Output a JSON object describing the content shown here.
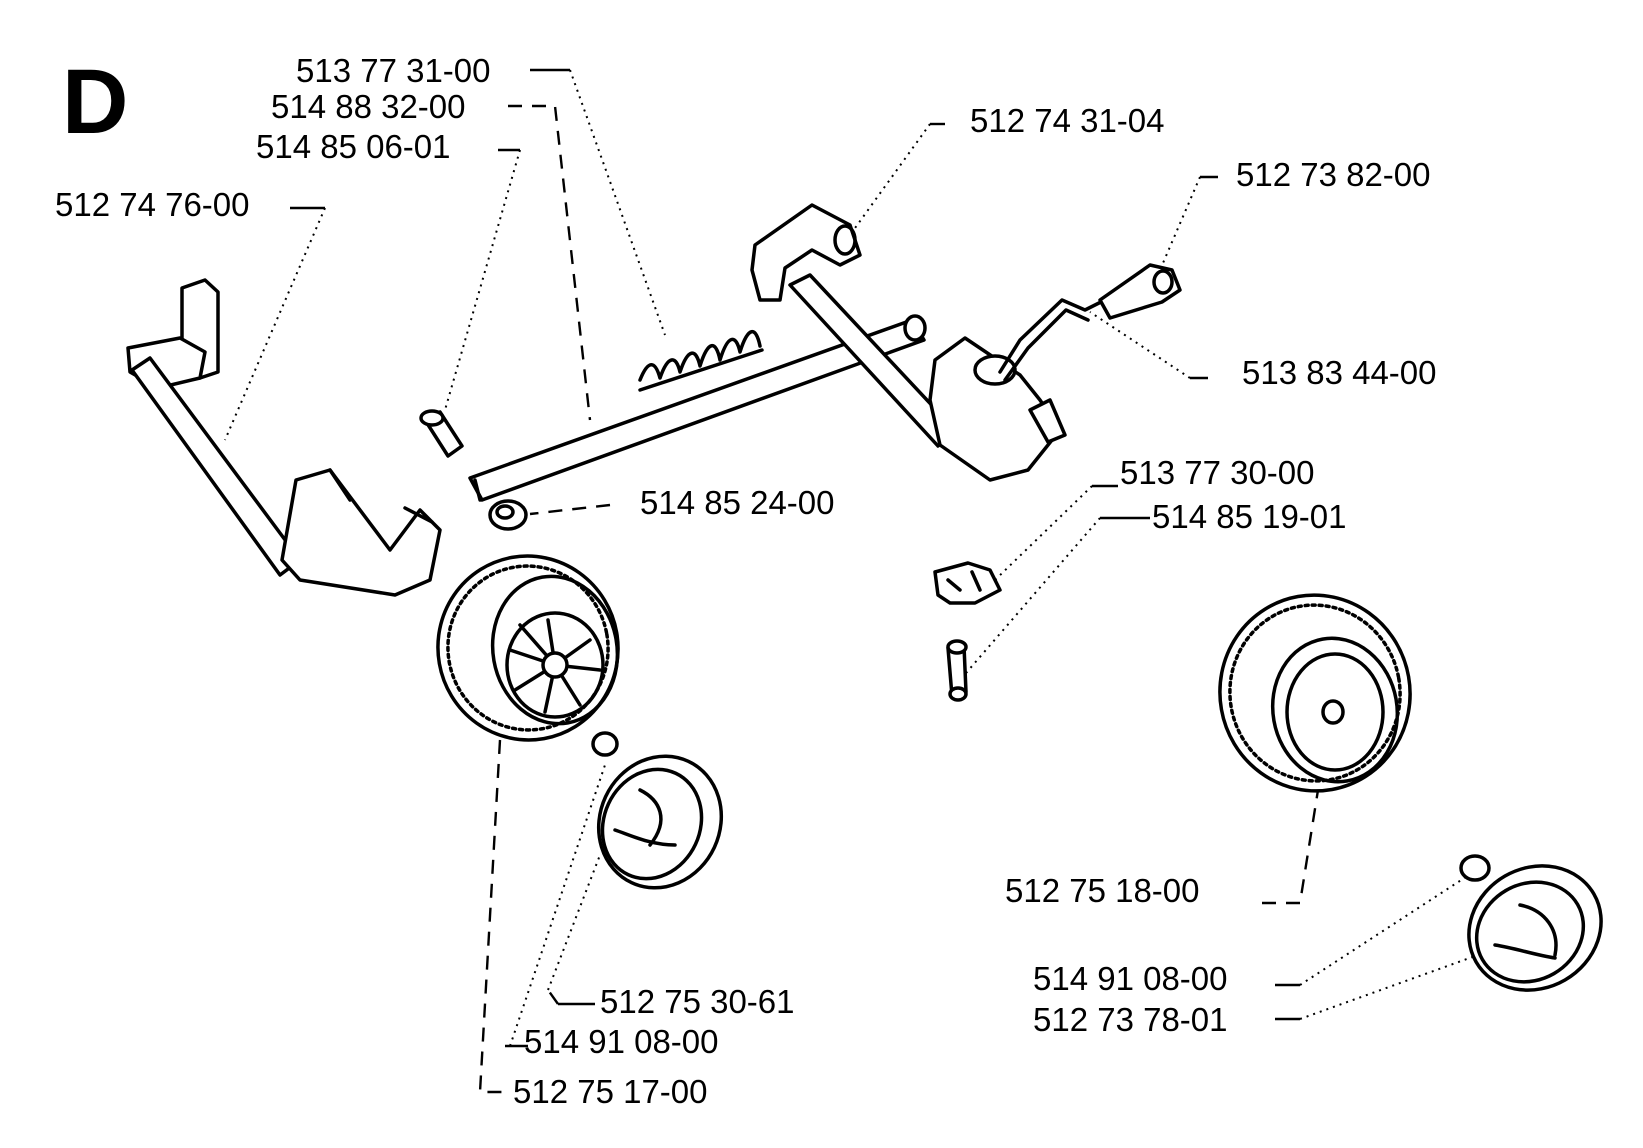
{
  "section_letter": "D",
  "labels": {
    "l_513_77_31_00": "513 77 31-00",
    "l_514_88_32_00": "514 88 32-00",
    "l_514_85_06_01": "514 85 06-01",
    "l_512_74_76_00": "512 74 76-00",
    "l_512_74_31_04": "512 74 31-04",
    "l_512_73_82_00": "512 73 82-00",
    "l_513_83_44_00": "513 83 44-00",
    "l_513_77_30_00": "513 77 30-00",
    "l_514_85_19_01": "514 85 19-01",
    "l_514_85_24_00": "514 85 24-00",
    "l_512_75_18_00": "512 75 18-00",
    "l_512_75_30_61": "512 75 30-61",
    "l_514_91_08_00_left": "514 91 08-00",
    "l_512_75_17_00": "512 75 17-00",
    "l_514_91_08_00_right": "514 91 08-00",
    "l_512_73_78_01": "512 73 78-01"
  }
}
